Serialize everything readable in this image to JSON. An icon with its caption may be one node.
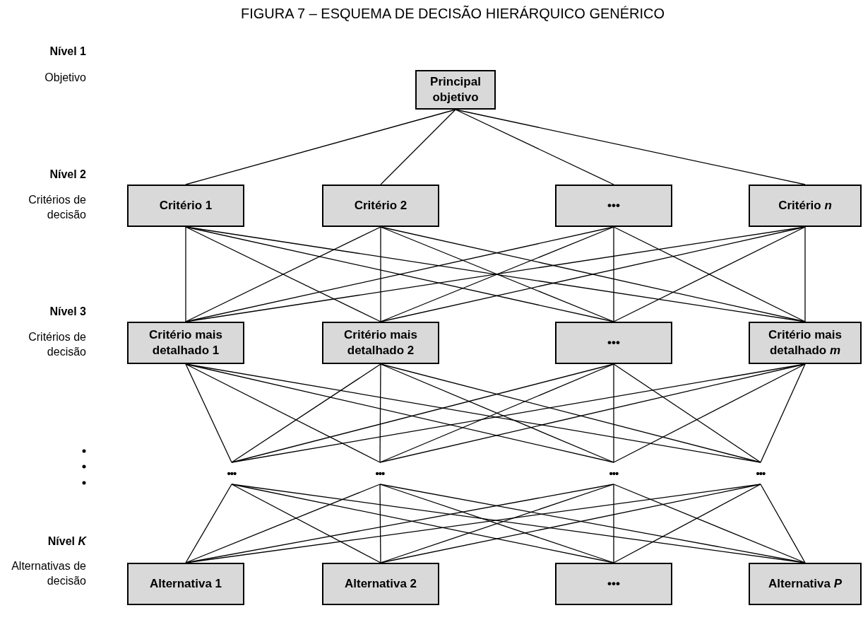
{
  "diagram": {
    "title": "FIGURA 7 – ESQUEMA DE DECISÃO HIERÁRQUICO GENÉRICO",
    "nodes": [
      {
        "text": [
          "Principal objetivo"
        ]
      },
      {
        "text": [
          "Critério 1"
        ]
      },
      {
        "text": [
          "Critério 2"
        ]
      },
      {
        "text": [
          "•••"
        ]
      },
      {
        "text": [
          "Critério *n*"
        ]
      },
      {
        "text": [
          "Critério mais detalhado 1"
        ]
      },
      {
        "text": [
          "Critério mais detalhado 2"
        ]
      },
      {
        "text": [
          "•••"
        ]
      },
      {
        "text": [
          "Critério mais detalhado *m*"
        ]
      },
      {
        "text": [
          "•••"
        ]
      },
      {
        "text": [
          "•••"
        ]
      },
      {
        "text": [
          "•••"
        ]
      },
      {
        "text": [
          "•••"
        ]
      },
      {
        "text": [
          "Alternativa 1"
        ]
      },
      {
        "text": [
          "Alternativa 2"
        ]
      },
      {
        "text": [
          "•••"
        ]
      },
      {
        "text": [
          "Alternativa *P*"
        ]
      }
    ],
    "edges": [
      {
        "from": 0,
        "to": 1,
        "arrow": "none"
      },
      {
        "from": 0,
        "to": 2,
        "arrow": "none"
      },
      {
        "from": 0,
        "to": 3,
        "arrow": "none"
      },
      {
        "from": 0,
        "to": 4,
        "arrow": "none"
      },
      {
        "from": 1,
        "to": 5,
        "arrow": "none"
      },
      {
        "from": 1,
        "to": 6,
        "arrow": "none"
      },
      {
        "from": 1,
        "to": 7,
        "arrow": "none"
      },
      {
        "from": 1,
        "to": 8,
        "arrow": "none"
      },
      {
        "from": 2,
        "to": 5,
        "arrow": "none"
      },
      {
        "from": 2,
        "to": 6,
        "arrow": "none"
      },
      {
        "from": 2,
        "to": 7,
        "arrow": "none"
      },
      {
        "from": 2,
        "to": 8,
        "arrow": "none"
      },
      {
        "from": 3,
        "to": 5,
        "arrow": "none"
      },
      {
        "from": 3,
        "to": 6,
        "arrow": "none"
      },
      {
        "from": 3,
        "to": 7,
        "arrow": "none"
      },
      {
        "from": 3,
        "to": 8,
        "arrow": "none"
      },
      {
        "from": 4,
        "to": 5,
        "arrow": "none"
      },
      {
        "from": 4,
        "to": 6,
        "arrow": "none"
      },
      {
        "from": 4,
        "to": 7,
        "arrow": "none"
      },
      {
        "from": 4,
        "to": 8,
        "arrow": "none"
      },
      {
        "from": 5,
        "to": 9,
        "arrow": "none"
      },
      {
        "from": 5,
        "to": 10,
        "arrow": "none"
      },
      {
        "from": 5,
        "to": 11,
        "arrow": "none"
      },
      {
        "from": 5,
        "to": 12,
        "arrow": "none"
      },
      {
        "from": 6,
        "to": 9,
        "arrow": "none"
      },
      {
        "from": 6,
        "to": 10,
        "arrow": "none"
      },
      {
        "from": 6,
        "to": 11,
        "arrow": "none"
      },
      {
        "from": 6,
        "to": 12,
        "arrow": "none"
      },
      {
        "from": 7,
        "to": 9,
        "arrow": "none"
      },
      {
        "from": 7,
        "to": 10,
        "arrow": "none"
      },
      {
        "from": 7,
        "to": 11,
        "arrow": "none"
      },
      {
        "from": 7,
        "to": 12,
        "arrow": "none"
      },
      {
        "from": 8,
        "to": 9,
        "arrow": "none"
      },
      {
        "from": 8,
        "to": 10,
        "arrow": "none"
      },
      {
        "from": 8,
        "to": 11,
        "arrow": "none"
      },
      {
        "from": 8,
        "to": 12,
        "arrow": "none"
      },
      {
        "from": 9,
        "to": 13,
        "arrow": "none"
      },
      {
        "from": 9,
        "to": 14,
        "arrow": "none"
      },
      {
        "from": 9,
        "to": 15,
        "arrow": "none"
      },
      {
        "from": 9,
        "to": 16,
        "arrow": "none"
      },
      {
        "from": 10,
        "to": 13,
        "arrow": "none"
      },
      {
        "from": 10,
        "to": 14,
        "arrow": "none"
      },
      {
        "from": 10,
        "to": 15,
        "arrow": "none"
      },
      {
        "from": 10,
        "to": 16,
        "arrow": "none"
      },
      {
        "from": 11,
        "to": 13,
        "arrow": "none"
      },
      {
        "from": 11,
        "to": 14,
        "arrow": "none"
      },
      {
        "from": 11,
        "to": 15,
        "arrow": "none"
      },
      {
        "from": 11,
        "to": 16,
        "arrow": "none"
      },
      {
        "from": 12,
        "to": 13,
        "arrow": "none"
      },
      {
        "from": 12,
        "to": 14,
        "arrow": "none"
      },
      {
        "from": 12,
        "to": 15,
        "arrow": "none"
      },
      {
        "from": 12,
        "to": 16,
        "arrow": "none"
      }
    ],
    "labels": [
      "Nível 1",
      "Objetivo",
      "Nível 2",
      "Critérios de decisão",
      "Nível 3",
      "Critérios de decisão",
      "Nível *K*",
      "Alternativas de decisão"
    ]
  }
}
